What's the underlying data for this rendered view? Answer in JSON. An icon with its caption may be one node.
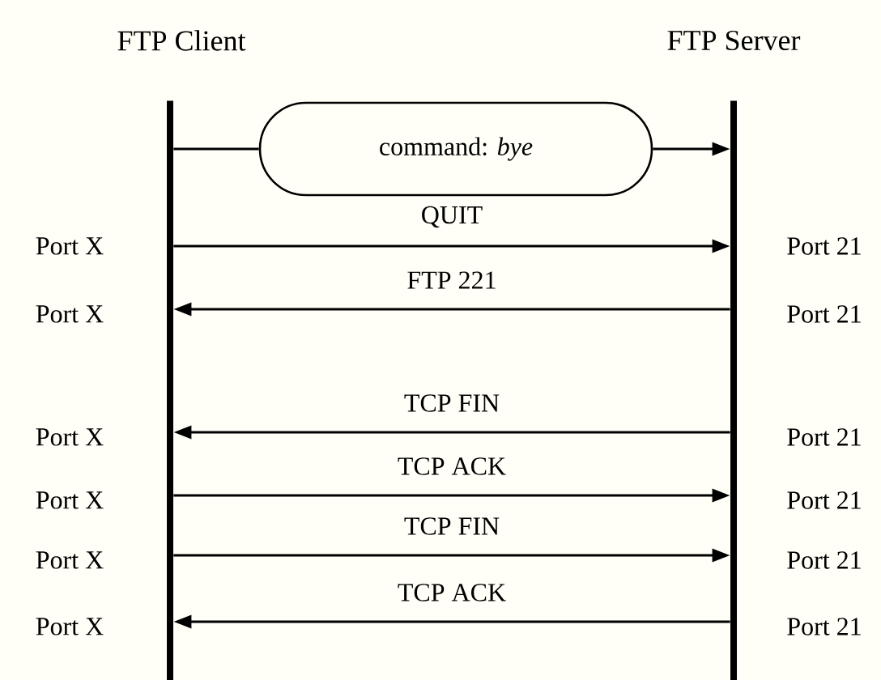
{
  "diagram": {
    "nodes": [
      {
        "text": [
          "FTP Client"
        ]
      },
      {
        "text": [
          "FTP Server"
        ]
      },
      {
        "text": [
          "command: *bye*"
        ]
      }
    ],
    "edges": [
      {
        "from": 0,
        "to": 2,
        "arrow": "none"
      },
      {
        "from": 2,
        "to": 1,
        "arrow": "to"
      },
      {
        "from": 0,
        "to": 1,
        "arrow": "to",
        "label": "QUIT"
      },
      {
        "from": 1,
        "to": 0,
        "arrow": "to",
        "label": "FTP 221"
      },
      {
        "from": 1,
        "to": 0,
        "arrow": "to",
        "label": "TCP FIN"
      },
      {
        "from": 0,
        "to": 1,
        "arrow": "to",
        "label": "TCP ACK"
      },
      {
        "from": 0,
        "to": 1,
        "arrow": "to",
        "label": "TCP FIN"
      },
      {
        "from": 1,
        "to": 0,
        "arrow": "to",
        "label": "TCP ACK"
      }
    ],
    "labels": [
      "Port X",
      "Port 21",
      "Port X",
      "Port 21",
      "Port X",
      "Port 21",
      "Port X",
      "Port 21",
      "Port X",
      "Port 21",
      "Port X",
      "Port 21"
    ]
  }
}
